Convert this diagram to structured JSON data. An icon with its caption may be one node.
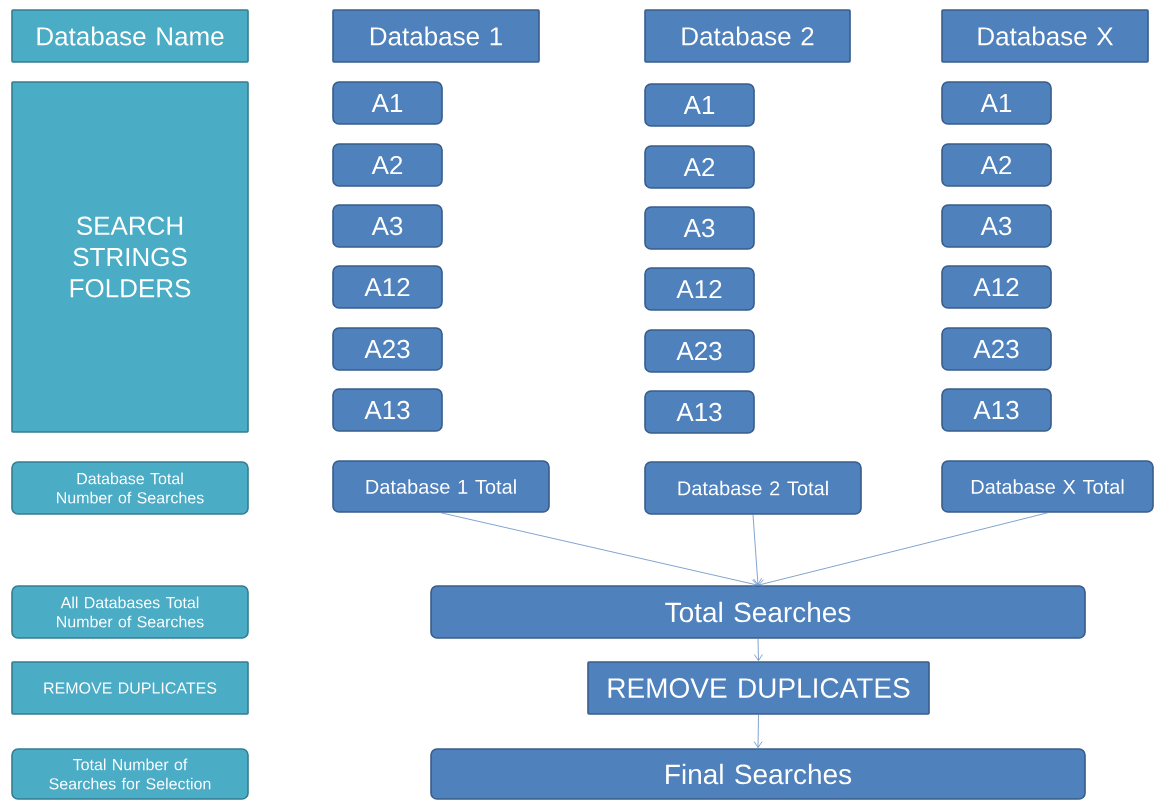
{
  "diagram": {
    "nodes": [
      {
        "text": [
          "Database Name"
        ]
      },
      {
        "text": [
          "Database 1"
        ]
      },
      {
        "text": [
          "Database 2"
        ]
      },
      {
        "text": [
          "Database X"
        ]
      },
      {
        "text": [
          "SEARCH STRINGS FOLDERS"
        ]
      },
      {
        "text": [
          "A1"
        ]
      },
      {
        "text": [
          "A1"
        ]
      },
      {
        "text": [
          "A1"
        ]
      },
      {
        "text": [
          "A2"
        ]
      },
      {
        "text": [
          "A2"
        ]
      },
      {
        "text": [
          "A2"
        ]
      },
      {
        "text": [
          "A3"
        ]
      },
      {
        "text": [
          "A3"
        ]
      },
      {
        "text": [
          "A3"
        ]
      },
      {
        "text": [
          "A12"
        ]
      },
      {
        "text": [
          "A12"
        ]
      },
      {
        "text": [
          "A12"
        ]
      },
      {
        "text": [
          "A23"
        ]
      },
      {
        "text": [
          "A23"
        ]
      },
      {
        "text": [
          "A23"
        ]
      },
      {
        "text": [
          "A13"
        ]
      },
      {
        "text": [
          "A13"
        ]
      },
      {
        "text": [
          "A13"
        ]
      },
      {
        "text": [
          "Database Total Number of Searches"
        ]
      },
      {
        "text": [
          "Database 1 Total"
        ]
      },
      {
        "text": [
          "Database 2 Total"
        ]
      },
      {
        "text": [
          "Database X Total"
        ]
      },
      {
        "text": [
          "All Databases Total Number of Searches"
        ]
      },
      {
        "text": [
          "Total Searches"
        ]
      },
      {
        "text": [
          "REMOVE DUPLICATES"
        ]
      },
      {
        "text": [
          "REMOVE DUPLICATES"
        ]
      },
      {
        "text": [
          "Total Number of Searches for Selection"
        ]
      },
      {
        "text": [
          "Final Searches"
        ]
      }
    ],
    "edges": [
      {
        "from": 24,
        "to": 28,
        "arrow": "to"
      },
      {
        "from": 25,
        "to": 28,
        "arrow": "to"
      },
      {
        "from": 26,
        "to": 28,
        "arrow": "to"
      },
      {
        "from": 28,
        "to": 30,
        "arrow": "to"
      },
      {
        "from": 30,
        "to": 32,
        "arrow": "to"
      }
    ]
  }
}
